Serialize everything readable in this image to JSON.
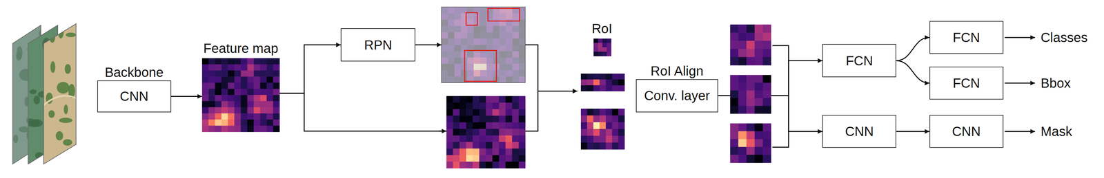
{
  "diagram": {
    "nodes": [
      {
        "text": [
          "Backbone",
          "CNN"
        ]
      },
      {
        "text": [
          "Feature map"
        ]
      },
      {
        "text": [
          "RPN"
        ]
      },
      {
        "text": [
          "RoI"
        ]
      },
      {
        "text": [
          "RoI Align",
          "Conv. layer"
        ]
      },
      {
        "text": [
          "FCN"
        ]
      },
      {
        "text": [
          "FCN"
        ]
      },
      {
        "text": [
          "FCN"
        ]
      },
      {
        "text": [
          "CNN"
        ]
      },
      {
        "text": [
          "CNN"
        ]
      }
    ],
    "edges": [
      {
        "from": 0,
        "to": 1,
        "arrow": "to"
      },
      {
        "from": 1,
        "to": 2,
        "arrow": "to"
      },
      {
        "from": 1,
        "to": 3,
        "arrow": "to"
      },
      {
        "from": 2,
        "to": 3,
        "arrow": "to"
      },
      {
        "from": 4,
        "to": 5,
        "arrow": "to"
      },
      {
        "from": 4,
        "to": 8,
        "arrow": "to"
      },
      {
        "from": 5,
        "to": 6,
        "arrow": "to"
      },
      {
        "from": 5,
        "to": 7,
        "arrow": "to"
      },
      {
        "from": 8,
        "to": 9,
        "arrow": "to"
      }
    ],
    "labels": [
      "Classes",
      "Bbox",
      "Mask"
    ]
  }
}
